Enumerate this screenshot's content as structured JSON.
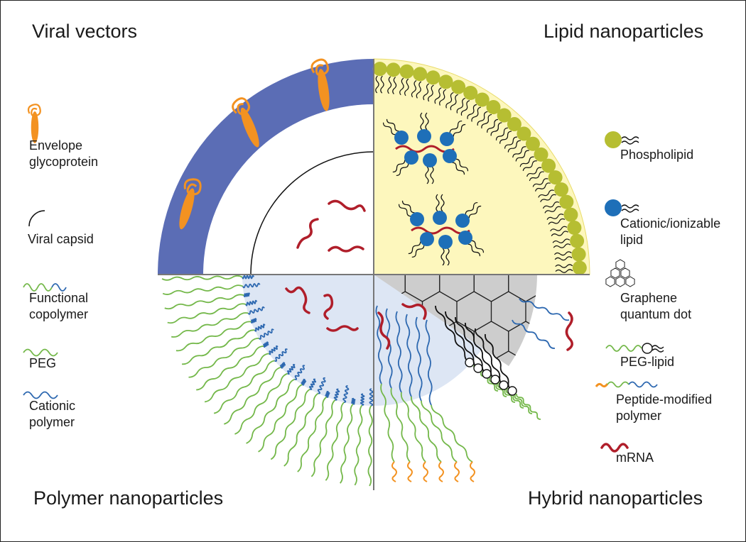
{
  "quadrant_titles": {
    "viral": "Viral vectors",
    "lipid": "Lipid nanoparticles",
    "polymer": "Polymer nanoparticles",
    "hybrid": "Hybrid nanoparticles"
  },
  "legend_left": {
    "envelope": [
      "Envelope",
      "glycoprotein"
    ],
    "capsid": [
      "Viral capsid"
    ],
    "copolymer": [
      "Functional",
      "copolymer"
    ],
    "peg": [
      "PEG"
    ],
    "cationic_polymer": [
      "Cationic",
      "polymer"
    ]
  },
  "legend_right": {
    "phospholipid": [
      "Phospholipid"
    ],
    "cationic_lipid": [
      "Cationic/ionizable",
      "lipid"
    ],
    "graphene": [
      "Graphene",
      "quantum dot"
    ],
    "peg_lipid": [
      "PEG-lipid"
    ],
    "peptide_polymer": [
      "Peptide-modified",
      "polymer"
    ],
    "mrna": [
      "mRNA"
    ]
  },
  "colors": {
    "viral_envelope": "#5b6db5",
    "glycoprotein": "#f39221",
    "lipid_fill": "#fdf7bd",
    "phospholipid_head": "#b6be32",
    "cationic_head": "#1e6fb8",
    "mrna": "#b01e2a",
    "peg": "#74b84a",
    "cationic_polymer": "#2d68b0",
    "polymer_core": "#dde6f4",
    "graphene": "#cdcdcd",
    "axis": "#777777"
  }
}
